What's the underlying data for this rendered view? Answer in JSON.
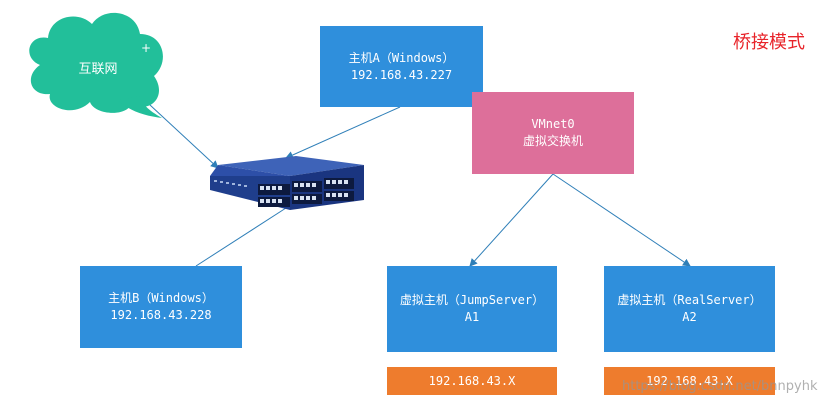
{
  "title": "桥接模式",
  "cloud": {
    "label": "互联网"
  },
  "hosts": {
    "hostA": {
      "name": "主机A（Windows）",
      "ip": "192.168.43.227"
    },
    "hostB": {
      "name": "主机B（Windows）",
      "ip": "192.168.43.228"
    }
  },
  "vmnet": {
    "name": "VMnet0",
    "desc": "虚拟交换机"
  },
  "vms": {
    "jump": {
      "name": "虚拟主机（JumpServer）",
      "id": "A1",
      "ip": "192.168.43.X"
    },
    "real": {
      "name": "虚拟主机（RealServer）",
      "id": "A2",
      "ip": "192.168.43.X"
    }
  },
  "watermark": "https://blog.csdn.net/bnnpyhk",
  "colors": {
    "node": "#2f8fdc",
    "vswitch": "#dd6f9a",
    "ip_box": "#ee7c2d",
    "cloud": "#22bf9a",
    "title": "#e8242a",
    "connector": "#2f7fb8"
  },
  "icons": {
    "switch": "network-switch-icon",
    "cloud": "cloud-icon"
  }
}
